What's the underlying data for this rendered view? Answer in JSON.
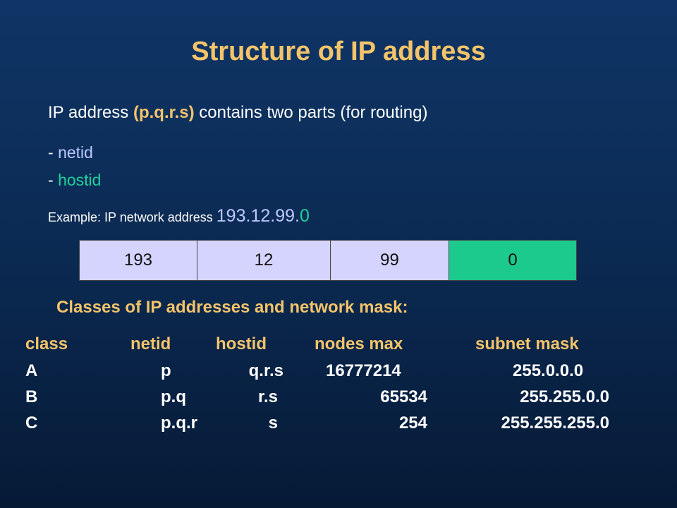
{
  "slide": {
    "title": "Structure of IP address",
    "intro_prefix": "IP address ",
    "intro_highlight": "(p.q.r.s)",
    "intro_suffix": " contains two parts (for routing)",
    "netid_dash": "- ",
    "netid_label": "netid",
    "hostid_dash": "- ",
    "hostid_label": "hostid",
    "example_prefix": "Example: IP network address ",
    "example_net_part": "193.12.99.",
    "example_host_part": "0",
    "octets": [
      "193",
      "12",
      "99",
      "0"
    ],
    "classes_heading": "Classes of IP addresses and network mask:"
  },
  "table": {
    "headers": [
      "class",
      "netid",
      "hostid",
      "nodes max",
      "subnet mask"
    ],
    "rows": [
      [
        "A",
        "p",
        "q.r.s",
        "16777214",
        "255.0.0.0"
      ],
      [
        "B",
        "p.q",
        "r.s",
        "65534",
        "255.255.0.0"
      ],
      [
        "C",
        "p.q.r",
        "s",
        "254",
        "255.255.255.0"
      ]
    ]
  },
  "colors": {
    "title": "#f4c46a",
    "netid": "#bcc8ff",
    "hostid": "#1fd199",
    "octet_net_fill": "#d4d4ff",
    "octet_host_fill": "#1dca8e"
  }
}
